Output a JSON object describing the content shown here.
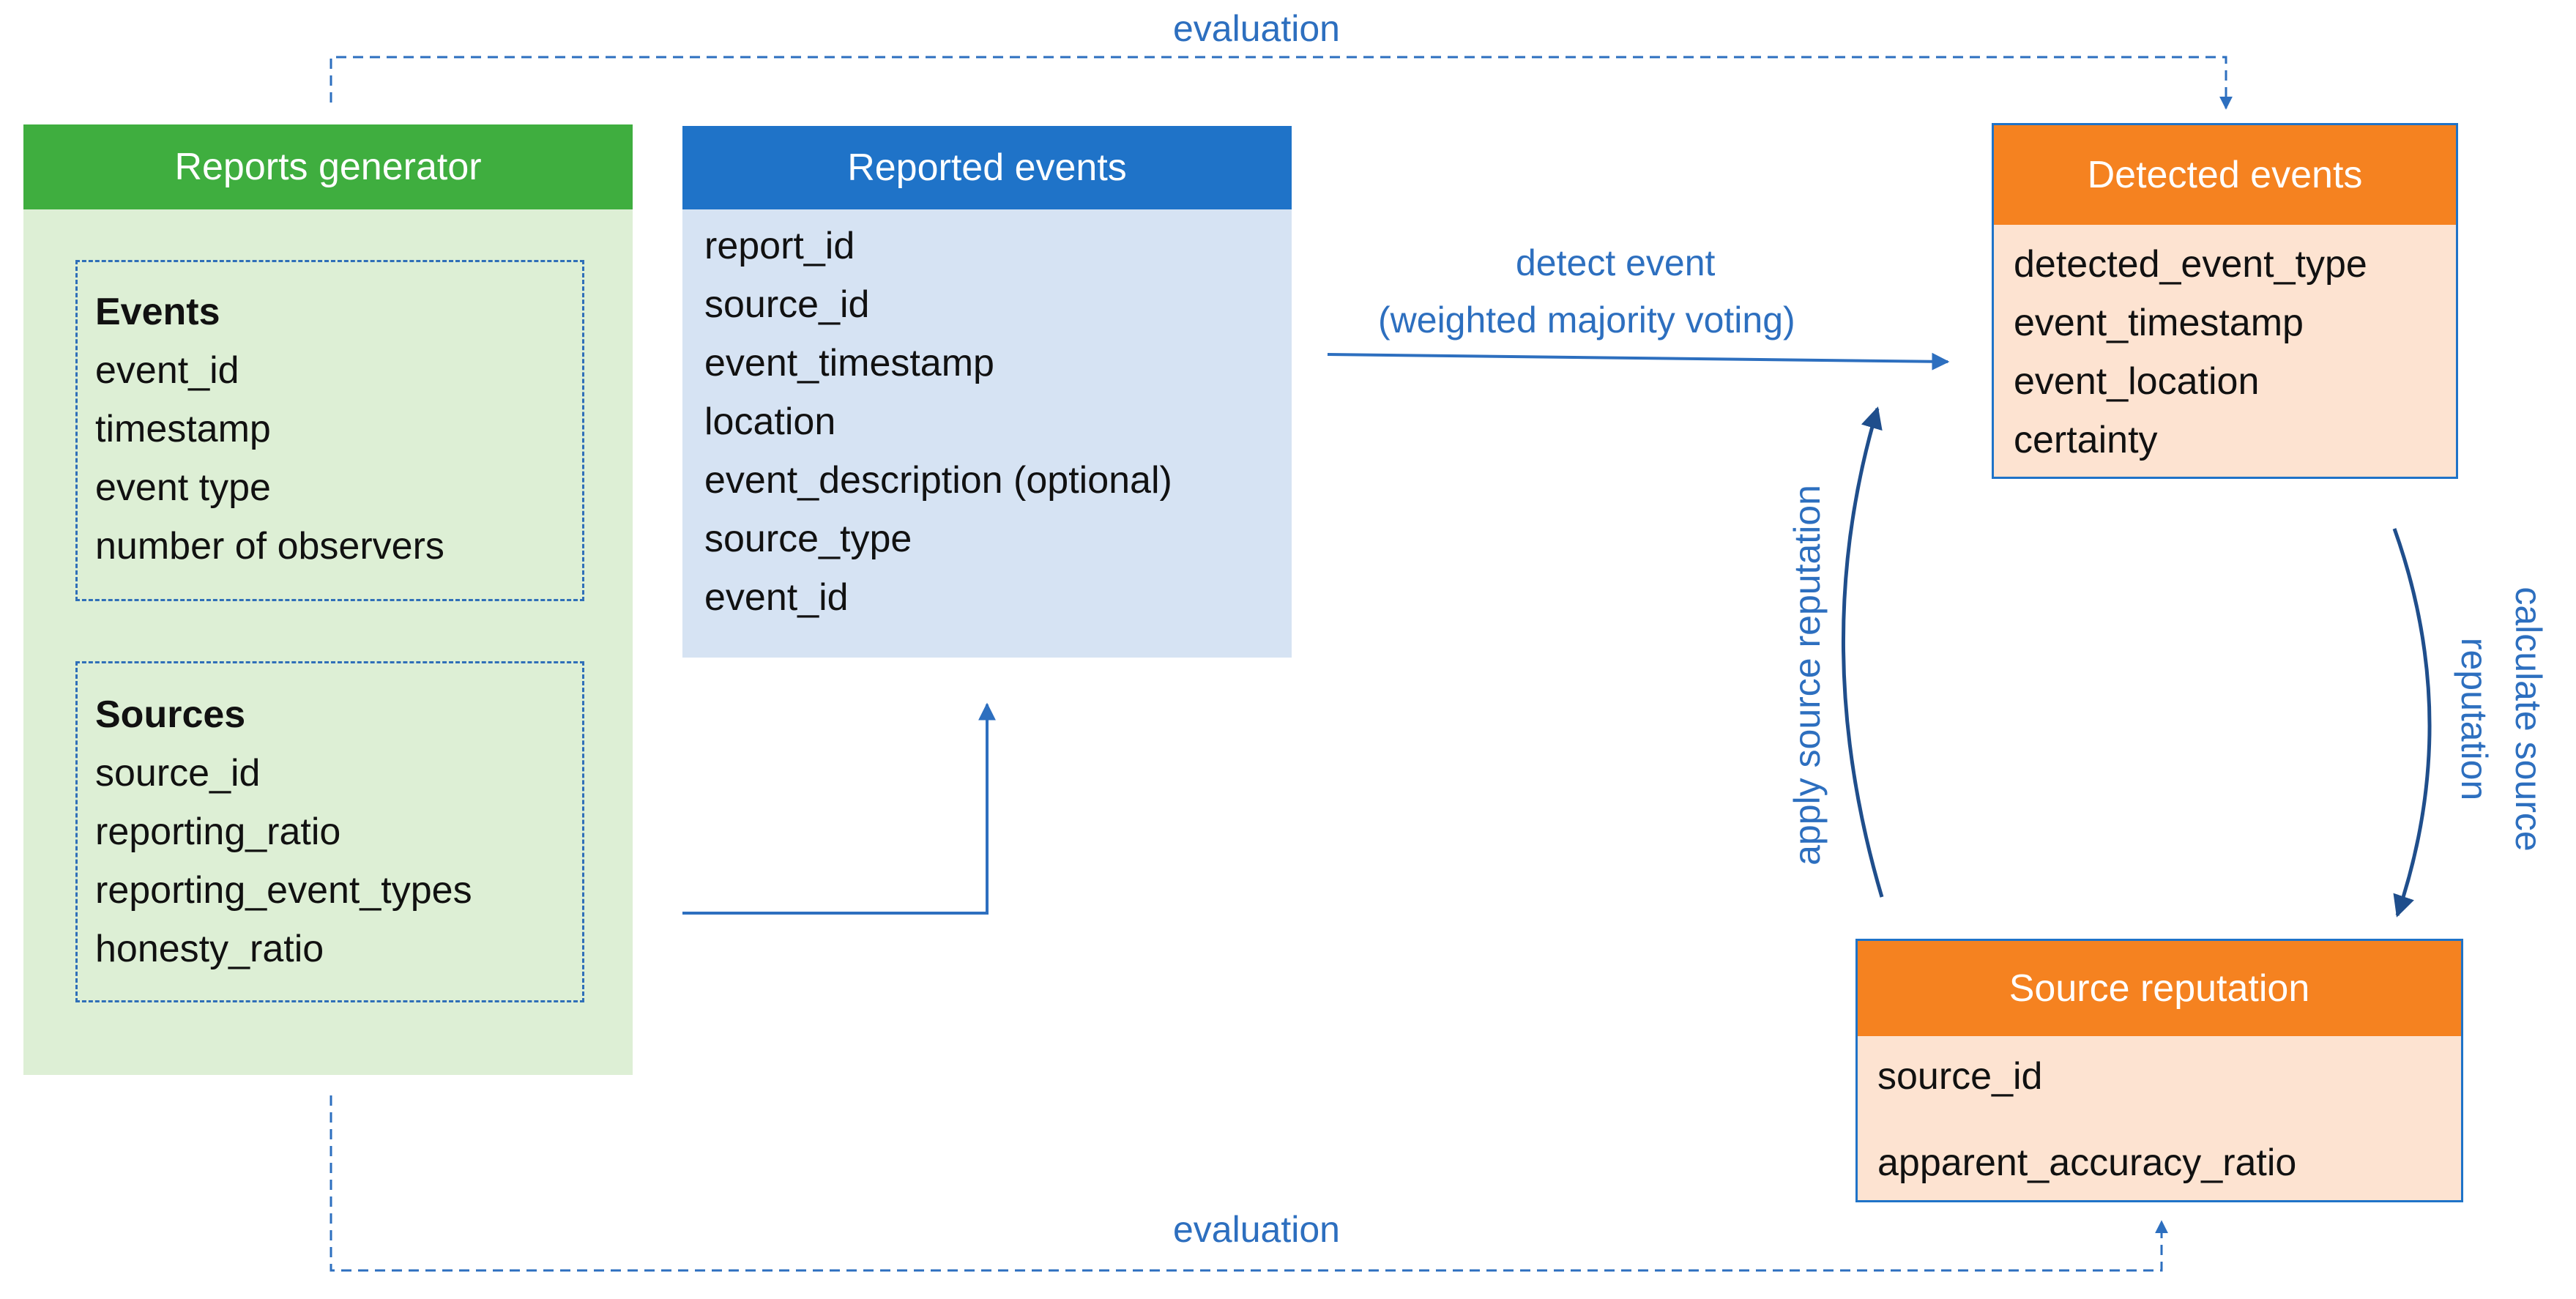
{
  "boxes": {
    "reports_generator": {
      "title": "Reports generator",
      "events_group": {
        "title": "Events",
        "fields": [
          "event_id",
          "timestamp",
          "event type",
          "number of observers"
        ]
      },
      "sources_group": {
        "title": "Sources",
        "fields": [
          "source_id",
          "reporting_ratio",
          "reporting_event_types",
          "honesty_ratio"
        ]
      }
    },
    "reported_events": {
      "title": "Reported events",
      "fields": [
        "report_id",
        "source_id",
        "event_timestamp",
        "location",
        "event_description (optional)",
        "source_type",
        "event_id"
      ]
    },
    "detected_events": {
      "title": "Detected events",
      "fields": [
        "detected_event_type",
        "event_timestamp",
        "event_location",
        "certainty"
      ]
    },
    "source_reputation": {
      "title": "Source reputation",
      "fields": [
        "source_id",
        "apparent_accuracy_ratio"
      ]
    }
  },
  "edges": {
    "evaluation_top": "evaluation",
    "evaluation_bottom": "evaluation",
    "detect_event_line1": "detect event",
    "detect_event_line2": "(weighted majority voting)",
    "apply_source_reputation": "apply source reputation",
    "calculate_source_reputation_line1": "calculate source",
    "calculate_source_reputation_line2": "reputation"
  },
  "colors": {
    "green_header": "#3fae3f",
    "green_body": "#ddefd5",
    "blue_header": "#1f73c8",
    "blue_body": "#d6e3f3",
    "orange_header": "#f58220",
    "orange_body": "#fde3d1",
    "edge_blue": "#2d6fbf",
    "arrow_dark_blue": "#1f4e8c"
  }
}
